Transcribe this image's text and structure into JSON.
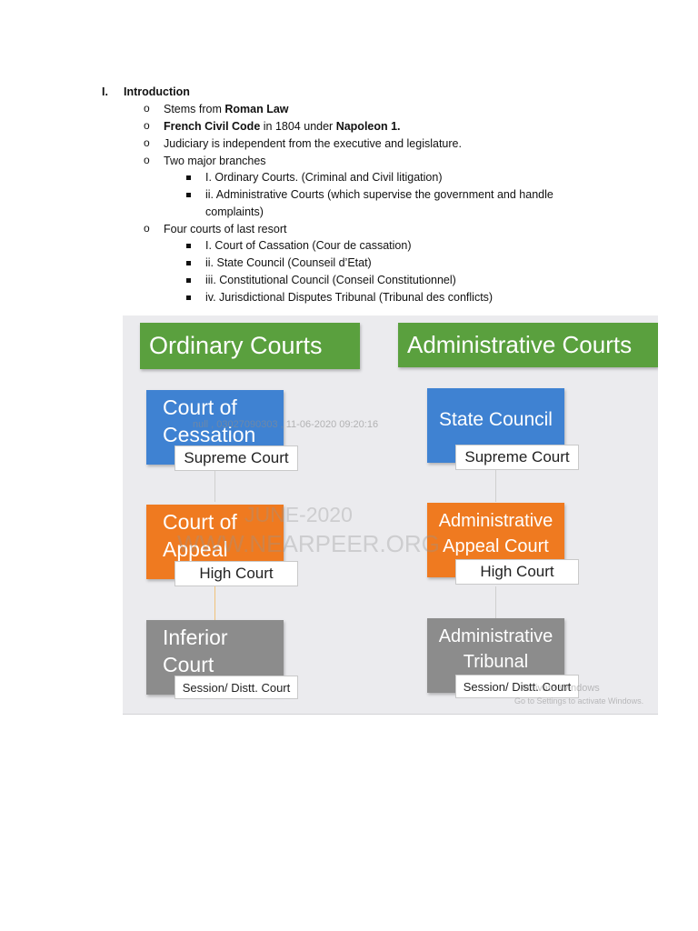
{
  "outline": {
    "numeral": "I.",
    "heading": "Introduction",
    "items": [
      {
        "parts": [
          {
            "t": "Stems from ",
            "b": false
          },
          {
            "t": "Roman Law",
            "b": true
          }
        ]
      },
      {
        "parts": [
          {
            "t": "French Civil Code",
            "b": true
          },
          {
            "t": " in 1804 under ",
            "b": false
          },
          {
            "t": "Napoleon 1.",
            "b": true
          }
        ]
      },
      {
        "parts": [
          {
            "t": "Judiciary is independent from the executive and legislature.",
            "b": false
          }
        ]
      },
      {
        "parts": [
          {
            "t": "Two major branches",
            "b": false
          }
        ]
      },
      {
        "parts": [
          {
            "t": "Four courts of last resort",
            "b": false
          }
        ]
      }
    ],
    "branches": [
      "I. Ordinary Courts. (Criminal and Civil litigation)",
      "ii. Administrative Courts (which supervise the government and handle",
      "complaints)"
    ],
    "last_resort": [
      "I. Court of Cassation (Cour de cassation)",
      "ii. State Council (Counseil d’Etat)",
      "iii. Constitutional Council (Conseil Constitutionnel)",
      "iv. Jurisdictional Disputes Tribunal (Tribunal des conflicts)"
    ]
  },
  "slide": {
    "ordinary": {
      "title": "Ordinary Courts",
      "top": [
        "Court of",
        "Cessation"
      ],
      "top_label": "Supreme Court",
      "mid": [
        "Court of",
        "Appeal"
      ],
      "mid_label": "High Court",
      "low": [
        "Inferior",
        "Court"
      ],
      "low_label": "Session/ Distt. Court"
    },
    "administrative": {
      "title": "Administrative Courts",
      "top": [
        "State Council"
      ],
      "top_label": "Supreme Court",
      "mid": [
        "Administrative",
        "Appeal Court"
      ],
      "mid_label": "High Court",
      "low": [
        "Administrative",
        "Tribunal"
      ],
      "low_label": "Session/ Distt. Court"
    },
    "colors": {
      "green": "#5aa03e",
      "blue": "#3f82d2",
      "orange": "#ef7a20",
      "gray": "#8c8c8c"
    },
    "watermark": {
      "stamp": "null , 03027090303 , 11-06-2020 09:20:16",
      "month": "JUNE-2020",
      "site": "WWW.NEARPEER.ORG",
      "activate_1": "Activate Windows",
      "activate_2": "Go to Settings to activate Windows."
    }
  }
}
